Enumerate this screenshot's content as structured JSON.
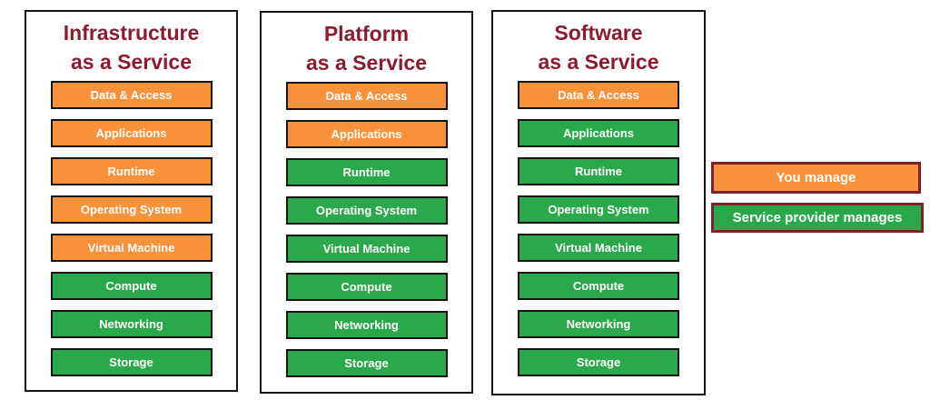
{
  "colors": {
    "you_manage": "#F7923B",
    "provider_manages": "#2BA84B",
    "title_text": "#8C1B2E",
    "box_border": "#141414",
    "legend_border": "#7E2228",
    "box_text": "#ffffff"
  },
  "columns": [
    {
      "id": "iaas",
      "title_line1": "Infrastructure",
      "title_line2": "as a Service",
      "layers": [
        {
          "label": "Data & Access",
          "managed_by": "you"
        },
        {
          "label": "Applications",
          "managed_by": "you"
        },
        {
          "label": "Runtime",
          "managed_by": "you"
        },
        {
          "label": "Operating System",
          "managed_by": "you"
        },
        {
          "label": "Virtual Machine",
          "managed_by": "you"
        },
        {
          "label": "Compute",
          "managed_by": "provider"
        },
        {
          "label": "Networking",
          "managed_by": "provider"
        },
        {
          "label": "Storage",
          "managed_by": "provider"
        }
      ]
    },
    {
      "id": "paas",
      "title_line1": "Platform",
      "title_line2": "as a Service",
      "layers": [
        {
          "label": "Data & Access",
          "managed_by": "you"
        },
        {
          "label": "Applications",
          "managed_by": "you"
        },
        {
          "label": "Runtime",
          "managed_by": "provider"
        },
        {
          "label": "Operating System",
          "managed_by": "provider"
        },
        {
          "label": "Virtual Machine",
          "managed_by": "provider"
        },
        {
          "label": "Compute",
          "managed_by": "provider"
        },
        {
          "label": "Networking",
          "managed_by": "provider"
        },
        {
          "label": "Storage",
          "managed_by": "provider"
        }
      ]
    },
    {
      "id": "saas",
      "title_line1": "Software",
      "title_line2": "as a Service",
      "layers": [
        {
          "label": "Data & Access",
          "managed_by": "you"
        },
        {
          "label": "Applications",
          "managed_by": "provider"
        },
        {
          "label": "Runtime",
          "managed_by": "provider"
        },
        {
          "label": "Operating System",
          "managed_by": "provider"
        },
        {
          "label": "Virtual Machine",
          "managed_by": "provider"
        },
        {
          "label": "Compute",
          "managed_by": "provider"
        },
        {
          "label": "Networking",
          "managed_by": "provider"
        },
        {
          "label": "Storage",
          "managed_by": "provider"
        }
      ]
    }
  ],
  "legend": [
    {
      "label": "You manage",
      "managed_by": "you"
    },
    {
      "label": "Service provider manages",
      "managed_by": "provider"
    }
  ]
}
